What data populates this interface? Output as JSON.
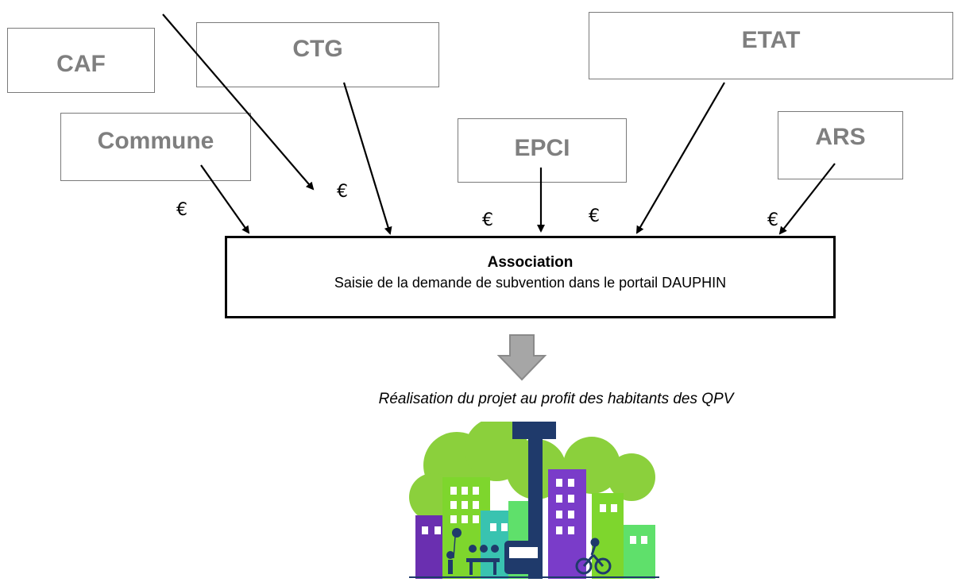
{
  "funders": {
    "caf": "CAF",
    "ctg": "CTG",
    "etat": "ETAT",
    "commune": "Commune",
    "epci": "EPCI",
    "ars": "ARS"
  },
  "currency_symbol": "€",
  "association": {
    "title": "Association",
    "subtitle": "Saisie de la demande de subvention dans le portail DAUPHIN"
  },
  "result_text": "Réalisation du projet au profit des habitants des QPV",
  "colors": {
    "funder_text": "#7f7f7f",
    "down_arrow": "#a6a6a6",
    "illustration_green": "#8bd03c",
    "illustration_purple": "#6a2fb0",
    "illustration_navy": "#1f3a6b"
  }
}
